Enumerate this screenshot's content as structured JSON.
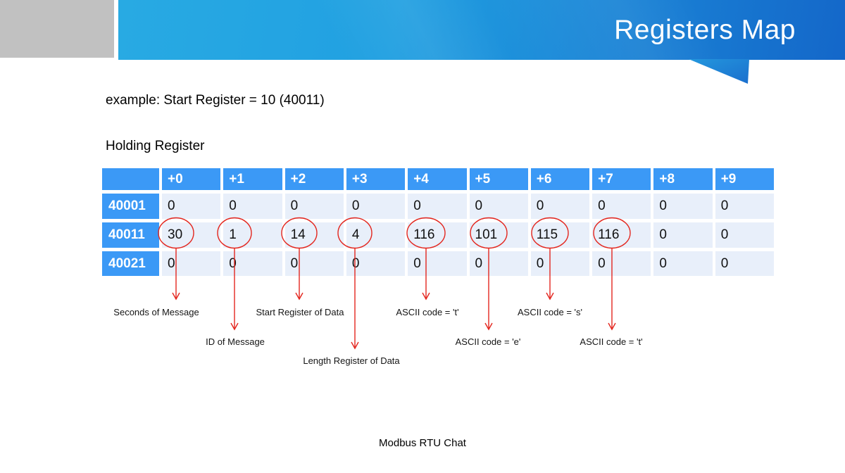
{
  "slide": {
    "title": "Registers Map",
    "example_text": "example: Start Register = 10 (40011)",
    "table_title": "Holding Register",
    "footer": "Modbus RTU Chat"
  },
  "colors": {
    "banner_blue_left": "#28AAE3",
    "banner_blue_right": "#1467C9",
    "table_header_blue": "#3B99F6",
    "table_cell_light_blue": "#E8EFFA",
    "annotation_red": "#E3261E",
    "gray_block": "#C1C1C1",
    "title_text": "#FFFFFF"
  },
  "table": {
    "corner": "",
    "column_headers": [
      "+0",
      "+1",
      "+2",
      "+3",
      "+4",
      "+5",
      "+6",
      "+7",
      "+8",
      "+9"
    ],
    "rows": [
      {
        "label": "40001",
        "values": [
          "0",
          "0",
          "0",
          "0",
          "0",
          "0",
          "0",
          "0",
          "0",
          "0"
        ]
      },
      {
        "label": "40011",
        "values": [
          "30",
          "1",
          "14",
          "4",
          "116",
          "101",
          "115",
          "116",
          "0",
          "0"
        ]
      },
      {
        "label": "40021",
        "values": [
          "0",
          "0",
          "0",
          "0",
          "0",
          "0",
          "0",
          "0",
          "0",
          "0"
        ]
      }
    ],
    "circled_row": "40011",
    "circled_registers": [
      "+0",
      "+1",
      "+2",
      "+3",
      "+4",
      "+5",
      "+6",
      "+7"
    ]
  },
  "annotations": [
    {
      "label": "Seconds of Message",
      "register": "+0",
      "value": "30"
    },
    {
      "label": "ID of Message",
      "register": "+1",
      "value": "1"
    },
    {
      "label": "Start Register of Data",
      "register": "+2",
      "value": "14"
    },
    {
      "label": "Length Register of Data",
      "register": "+3",
      "value": "4"
    },
    {
      "label": "ASCII code = 't'",
      "register": "+4",
      "value": "116"
    },
    {
      "label": "ASCII code = 'e'",
      "register": "+5",
      "value": "101"
    },
    {
      "label": "ASCII code = 's'",
      "register": "+6",
      "value": "115"
    },
    {
      "label": "ASCII code = 't'",
      "register": "+7",
      "value": "116"
    }
  ]
}
